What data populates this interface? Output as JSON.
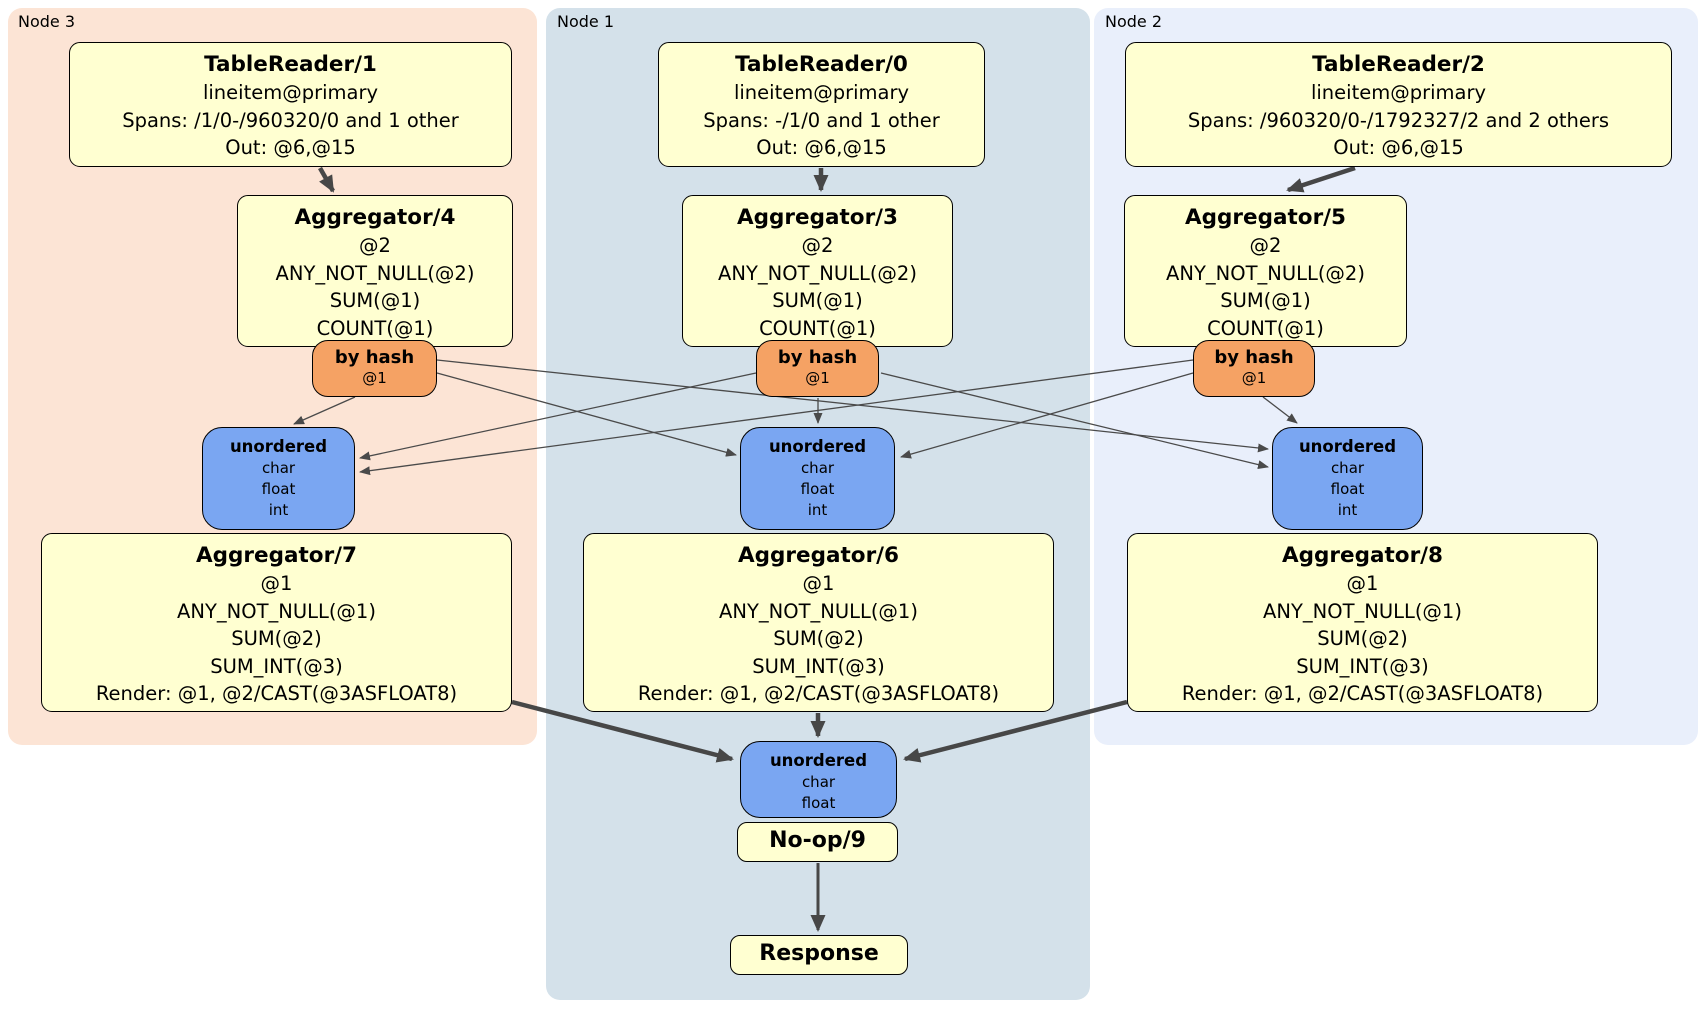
{
  "colors": {
    "page-bg": "#ffffff",
    "panel-node3-bg": "#fce4d5",
    "panel-node1-bg": "#d4e1ea",
    "panel-node2-bg": "#e9effb",
    "processor-bg": "#ffffd1",
    "router-bg": "#f5a264",
    "sync-bg": "#7aa6f2",
    "box-border": "#000000",
    "edge-color": "#4a4a4a"
  },
  "panels": {
    "node3": {
      "label": "Node 3"
    },
    "node1": {
      "label": "Node 1"
    },
    "node2": {
      "label": "Node 2"
    }
  },
  "boxes": {
    "tablereader1": {
      "title": "TableReader/1",
      "lines": [
        "lineitem@primary",
        "Spans: /1/0-/960320/0 and 1 other",
        "Out: @6,@15"
      ]
    },
    "tablereader0": {
      "title": "TableReader/0",
      "lines": [
        "lineitem@primary",
        "Spans: -/1/0 and 1 other",
        "Out: @6,@15"
      ]
    },
    "tablereader2": {
      "title": "TableReader/2",
      "lines": [
        "lineitem@primary",
        "Spans: /960320/0-/1792327/2 and 2 others",
        "Out: @6,@15"
      ]
    },
    "aggregator4": {
      "title": "Aggregator/4",
      "lines": [
        "@2",
        "ANY_NOT_NULL(@2)",
        "SUM(@1)",
        "COUNT(@1)"
      ]
    },
    "aggregator3": {
      "title": "Aggregator/3",
      "lines": [
        "@2",
        "ANY_NOT_NULL(@2)",
        "SUM(@1)",
        "COUNT(@1)"
      ]
    },
    "aggregator5": {
      "title": "Aggregator/5",
      "lines": [
        "@2",
        "ANY_NOT_NULL(@2)",
        "SUM(@1)",
        "COUNT(@1)"
      ]
    },
    "hash3": {
      "title": "by hash",
      "lines": [
        "@1"
      ]
    },
    "hash1": {
      "title": "by hash",
      "lines": [
        "@1"
      ]
    },
    "hash2": {
      "title": "by hash",
      "lines": [
        "@1"
      ]
    },
    "sync3": {
      "title": "unordered",
      "lines": [
        "char",
        "float",
        "int"
      ]
    },
    "sync1": {
      "title": "unordered",
      "lines": [
        "char",
        "float",
        "int"
      ]
    },
    "sync2": {
      "title": "unordered",
      "lines": [
        "char",
        "float",
        "int"
      ]
    },
    "aggregator7": {
      "title": "Aggregator/7",
      "lines": [
        "@1",
        "ANY_NOT_NULL(@1)",
        "SUM(@2)",
        "SUM_INT(@3)",
        "Render: @1, @2/CAST(@3ASFLOAT8)"
      ]
    },
    "aggregator6": {
      "title": "Aggregator/6",
      "lines": [
        "@1",
        "ANY_NOT_NULL(@1)",
        "SUM(@2)",
        "SUM_INT(@3)",
        "Render: @1, @2/CAST(@3ASFLOAT8)"
      ]
    },
    "aggregator8": {
      "title": "Aggregator/8",
      "lines": [
        "@1",
        "ANY_NOT_NULL(@1)",
        "SUM(@2)",
        "SUM_INT(@3)",
        "Render: @1, @2/CAST(@3ASFLOAT8)"
      ]
    },
    "syncfinal": {
      "title": "unordered",
      "lines": [
        "char",
        "float"
      ]
    },
    "noop": {
      "title": "No-op/9"
    },
    "response": {
      "title": "Response"
    }
  }
}
